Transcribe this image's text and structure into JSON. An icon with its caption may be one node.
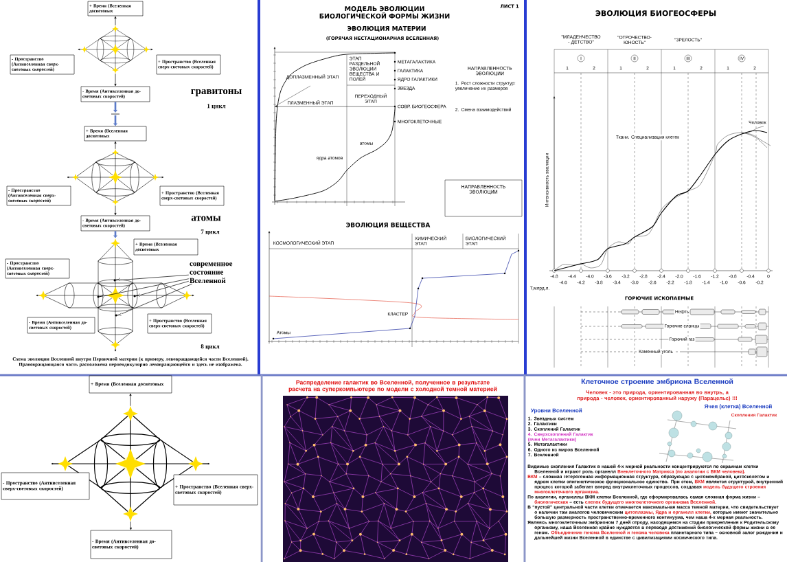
{
  "diagram": {
    "nodes": [
      {
        "text": [
          "+ Время (Вселенная досветовых"
        ]
      },
      {
        "text": [
          "- Пространство (Антивселенная сверх-световых скоростей)"
        ]
      },
      {
        "text": [
          "+ Пространство (Вселенная сверх-световых скоростей)"
        ]
      },
      {
        "text": [
          "- Время (Антивселенная до-световых скоростей)"
        ]
      },
      {
        "text": [
          "......"
        ]
      },
      {
        "text": [
          "+ Время (Вселенная досветовых"
        ]
      },
      {
        "text": [
          "- Пространство (Антивселенная сверх-световых скоростей)"
        ]
      },
      {
        "text": [
          "+ Пространство (Вселенная сверх-световых скоростей)"
        ]
      },
      {
        "text": [
          "- Время (Антивселенная до-световых скоростей)"
        ]
      },
      {
        "text": [
          "+ Время (Вселенная досветовых"
        ]
      },
      {
        "text": [
          "- Пространство (Антивселенная сверх-световых скоростей)"
        ]
      },
      {
        "text": [
          "+ Пространство (Вселенная сверх-световых скоростей)"
        ]
      },
      {
        "text": [
          "- Время (Антивселенная до-световых скоростей)"
        ]
      },
      {
        "text": [
          "современное состояние Вселенной"
        ]
      },
      {
        "text": [],
        "shape": "person"
      },
      {
        "text": [],
        "shape": "person"
      },
      {
        "text": [],
        "shape": "person"
      },
      {
        "text": [],
        "shape": "person"
      },
      {
        "text": [
          "+ Время (Вселенная досветовых"
        ]
      },
      {
        "text": [
          "- Пространство (Антивселенная сверх-световых скоростей)"
        ]
      },
      {
        "text": [
          "+ Пространство (Вселенная сверх-световых скоростей)"
        ]
      },
      {
        "text": [
          "- Время (Антивселенная до-световых скоростей)"
        ]
      },
      {
        "text": [],
        "shape": "star"
      },
      {
        "text": [],
        "shape": "star"
      },
      {
        "text": [],
        "shape": "star"
      },
      {
        "text": [],
        "shape": "star"
      },
      {
        "text": [],
        "shape": "star"
      },
      {
        "text": [],
        "shape": "star"
      },
      {
        "text": [],
        "shape": "star"
      }
    ],
    "edges": [
      {
        "from": 3,
        "to": 4,
        "arrow": "to",
        "style": "thick",
        "color": "#5a7ac8"
      },
      {
        "from": 4,
        "to": 5,
        "arrow": "to",
        "style": "thick",
        "color": "#5a7ac8"
      },
      {
        "from": 8,
        "to": 26,
        "arrow": "to",
        "style": "thick",
        "color": "#5a7ac8"
      },
      {
        "from": 13,
        "to": 14,
        "arrow": "none"
      },
      {
        "from": 13,
        "to": 15,
        "arrow": "none"
      },
      {
        "from": 13,
        "to": 16,
        "arrow": "none"
      },
      {
        "from": 13,
        "to": 17,
        "arrow": "none"
      },
      {
        "from": 22,
        "to": 0,
        "arrow": "to"
      },
      {
        "from": 23,
        "to": 3,
        "arrow": "to"
      },
      {
        "from": 24,
        "to": 5,
        "arrow": "to"
      },
      {
        "from": 25,
        "to": 8,
        "arrow": "to"
      },
      {
        "from": 27,
        "to": 18,
        "arrow": "to"
      },
      {
        "from": 28,
        "to": 21,
        "arrow": "to"
      }
    ],
    "labels": [
      "гравитоны",
      "1 цикл",
      "атомы",
      "7 цикл",
      "8 цикл",
      "Схема эволюции Вселенной внутри Первичной материи (к примеру, левовращающейся части Вселенной). Правовращающаяся часть расположена перпендикулярно левовращающейся и здесь не изображена.",
      "МОДЕЛЬ ЭВОЛЮЦИИ БИОЛОГИЧЕСКОЙ ФОРМЫ ЖИЗНИ",
      "ЛИСТ 1",
      "ЭВОЛЮЦИЯ МАТЕРИИ",
      "(ГОРЯЧАЯ НЕСТАЦИОНАРНАЯ ВСЕЛЕННАЯ)",
      "ЭТАП РАЗДЕЛЬНОЙ ЭВОЛЮЦИИ ВЕЩЕСТВА И ПОЛЕЙ",
      "ДОПЛАЗМЕННЫЙ ЭТАП",
      "ПЛАЗМЕННЫЙ ЭТАП",
      "ПЕРЕХОДНЫЙ ЭТАП",
      "МЕТАГАЛАКТИКА",
      "ГАЛАКТИКА",
      "ЯДРО ГАЛАКТИКИ",
      "ЗВЕЗДА",
      "СОВР. БИОГЕОСФЕРА",
      "МНОГОКЛЕТОЧНЫЕ",
      "атомы",
      "ядра атомов",
      "НАПРАВЛЕННОСТЬ ЭВОЛЮЦИИ",
      "1. Рост сложности структур: увеличение их размеров",
      "2. Смена взаимодействий",
      "НАПРАВЛЕННОСТЬ ЭВОЛЮЦИИ",
      "ЭВОЛЮЦИЯ ВЕЩЕСТВА",
      "КОСМОЛОГИЧЕСКИЙ ЭТАП",
      "ХИМИЧЕСКИЙ ЭТАП",
      "БИОЛОГИЧЕСКИЙ ЭТАП",
      "КЛАСТЕР",
      "Атомы",
      "ЭВОЛЮЦИЯ БИОГЕОСФЕРЫ",
      "\"МЛАДЕНЧЕСТВО - ДЕТСТВО\"",
      "\"ОТРОЧЕСТВО-ЮНОСТЬ\"",
      "\"ЗРЕЛОСТЬ\"",
      "I",
      "II",
      "III",
      "IV",
      "1",
      "2",
      "1",
      "2",
      "1",
      "2",
      "1",
      "2",
      "Интенсивность эволюции",
      "Ткани. Специализация клеток",
      "Человек",
      "Т,млрд.л.",
      "-4.8",
      "-4.6",
      "-4.4",
      "-4.2",
      "-4.0",
      "-3.8",
      "-3.6",
      "-3.4",
      "-3.2",
      "-3.0",
      "-2.8",
      "-2.6",
      "-2.4",
      "-2.2",
      "-2.0",
      "-1.8",
      "-1.6",
      "-1.4",
      "-1.2",
      "-1.0",
      "-0.8",
      "-0.6",
      "-0.4",
      "-0.2",
      "0",
      "ГОРЮЧИЕ ИСКОПАЕМЫЕ",
      "Нефть",
      "Горючие сланцы",
      "Горючий газ",
      "Каменный уголь",
      "Распределение галактик во Вселенной, полученное в результате расчета на суперкомпьютере по модели с холодной темной материей",
      "Клеточное строение эмбриона Вселенной",
      "Человек - это природа, ориентированная во внутрь, а природа - человек, ориентированный наружу (Парацельс) !!!",
      "Уровни Вселенной",
      "1. Звездных систем",
      "2. Галактики",
      "3. Скоплений Галактик",
      "4. Сверхскоплений Галактик (ячеи Метагалактики)",
      "5. Метагалактики",
      "6. Одного из миров Вселенной",
      "7. Вселенной",
      "Ячея (клетка) Вселенной",
      "Скопления Галактик",
      "Видимые скопления Галактик в нашей 4-х мерной реальности концентрируются по окраинам клетки Вселенной и играют роль органелл",
      "Внеклеточного Матрикса (по аналогии с ВКМ человека).",
      "ВКМ",
      "– сложная гетерогенная информационная структура, образующая с цитомембраной, цитоскелетом и ядром клетки эпигенетическое функциональное единство. При этом,",
      "ВКМ",
      "является структурой, внутренний процесс которой забегает вперед внутриклеточных процессов, создавая",
      "модель будущего строения многоклеточного организма.",
      "По аналогии, органеллы ВКМ клетки Вселенной, где сформировалась самая сложная форма жизни –",
      "биологическая",
      "– есть",
      "слепок будущего многоклеточного организма Вселенной.",
      "В “пустой” центральной части клетки отмечается максимальная масса темной материи, что свидетельствует о наличии там аналогов человеческим",
      "цитоплазмы, Ядра и органелл клетки,",
      "которые имеют значительно большую размерность пространственно-временного континуума, чем наша 4-х мерная реальность.",
      "Являясь многоклеточным эмбрионом 7 дней отроду, находящемся на стадии прикрепления к Родительскому организму, наша Вселенная крайне нуждается в переводе достижений биологической формы жизни в ее геном.",
      "Объединение генома Вселенной и генома человека",
      "планетарного типа – основной залог рождения и дальнейшей жизни Вселенной в единстве с цивилизациями космического типа."
    ]
  }
}
